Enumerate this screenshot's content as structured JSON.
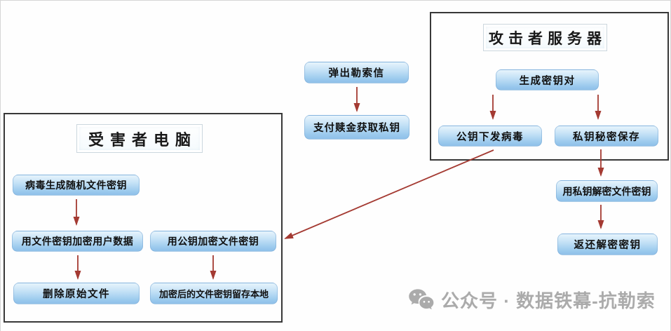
{
  "diagram": {
    "containers": {
      "attacker": {
        "title": "攻击者服务器"
      },
      "victim": {
        "title": "受害者电脑"
      }
    },
    "nodes": {
      "ransom_note": {
        "label": "弹出勒索信"
      },
      "pay_ransom": {
        "label": "支付赎金获取私钥"
      },
      "gen_keypair": {
        "label": "生成密钥对"
      },
      "pubkey_virus": {
        "label": "公钥下发病毒"
      },
      "privkey_save": {
        "label": "私钥秘密保存"
      },
      "decrypt_filekey": {
        "label": "用私钥解密文件密钥"
      },
      "return_key": {
        "label": "返还解密密钥"
      },
      "virus_gen_key": {
        "label": "病毒生成随机文件密钥"
      },
      "encrypt_user_data": {
        "label": "用文件密钥加密用户数据"
      },
      "delete_original": {
        "label": "删除原始文件"
      },
      "encrypt_filekey": {
        "label": "用公钥加密文件密钥"
      },
      "store_local": {
        "label": "加密后的文件密钥留存本地"
      }
    },
    "colors": {
      "arrow": "#a43a32",
      "node_top": "#e7f4fc",
      "node_bottom": "#8fc0e9",
      "container_border": "#383838"
    }
  },
  "watermark": {
    "icon": "wechat-icon",
    "text": "公众号 · 数据铁幕-抗勒索",
    "color": "#ababab"
  }
}
